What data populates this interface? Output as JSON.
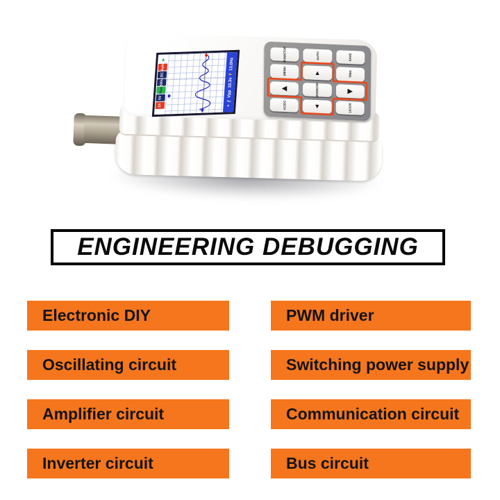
{
  "product": {
    "screen": {
      "badges": [
        {
          "label": "▶",
          "bg": "",
          "fg": "#1fae4d"
        },
        {
          "label": "Auto",
          "bg": "#e23b27",
          "fg": "#ffffff"
        },
        {
          "label": "DC",
          "bg": "#1c2a69",
          "fg": "#ffffff"
        },
        {
          "label": "500u",
          "bg": "#1c2a69",
          "fg": "#ffffff"
        },
        {
          "label": "Run",
          "bg": "#2db553",
          "fg": "#0c3a1c"
        },
        {
          "label": "5V",
          "bg": "#1c2a69",
          "fg": "#ffffff"
        },
        {
          "label": "1X",
          "bg": "#e23b27",
          "fg": "#ffffff"
        }
      ],
      "readout": {
        "cursor": "+",
        "trig": "ƒ",
        "vpp_label": "Vpp",
        "vpp_value": "10.3v",
        "freq_label": "F",
        "freq_value": "13.0Hz"
      },
      "colors": {
        "readout_bar": "#2943d6",
        "waveform": "#2b2fc0",
        "trigger_marker": "#e0231d",
        "cursor_marker": "#2b2fc0"
      }
    },
    "keypad": {
      "outline_color": "#e8491d",
      "keys": [
        {
          "id": "run-stop",
          "label": "RUN/STOP"
        },
        {
          "id": "auto",
          "label": "AUTO"
        },
        {
          "id": "save",
          "label": "SAVE"
        },
        {
          "id": "menu",
          "label": "MENU"
        },
        {
          "id": "up",
          "label": "▲"
        },
        {
          "id": "trig",
          "label": "TRIG"
        },
        {
          "id": "left",
          "label": "◀"
        },
        {
          "id": "mode-ok",
          "label": "MODE/OK"
        },
        {
          "id": "right",
          "label": "▶"
        },
        {
          "id": "ac-dc",
          "label": "AC/DC"
        },
        {
          "id": "down",
          "label": "▼"
        },
        {
          "id": "x1-x10",
          "label": "1X/10X"
        }
      ]
    }
  },
  "title": {
    "text": "ENGINEERING DEBUGGING"
  },
  "features": {
    "bar_color": "#f5761d",
    "left": [
      "Electronic DIY",
      "Oscillating circuit",
      "Amplifier circuit",
      "Inverter circuit"
    ],
    "right": [
      "PWM driver",
      "Switching power supply",
      "Communication circuit",
      "Bus circuit"
    ]
  }
}
